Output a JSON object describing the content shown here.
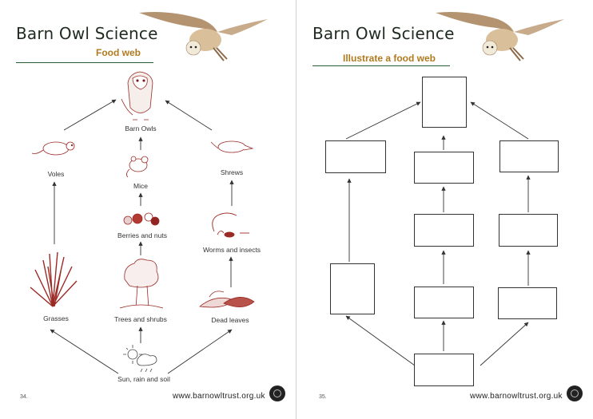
{
  "left": {
    "title": "Barn Owl Science",
    "subtitle": "Food web",
    "page_number": "34.",
    "website": "www.barnowltrust.org.uk",
    "nodes": {
      "barn_owls": "Barn Owls",
      "voles": "Voles",
      "mice": "Mice",
      "shrews": "Shrews",
      "berries_nuts": "Berries and nuts",
      "worms_insects": "Worms and insects",
      "grasses": "Grasses",
      "trees_shrubs": "Trees and shrubs",
      "dead_leaves": "Dead leaves",
      "sun_rain_soil": "Sun, rain and soil"
    }
  },
  "right": {
    "title": "Barn Owl Science",
    "subtitle": "Illustrate a food web",
    "page_number": "35.",
    "website": "www.barnowltrust.org.uk"
  },
  "colors": {
    "title": "#1f2a20",
    "subtitle": "#b07a1f",
    "rule": "#2b5d34",
    "illustration_red": "#9b2a25"
  }
}
